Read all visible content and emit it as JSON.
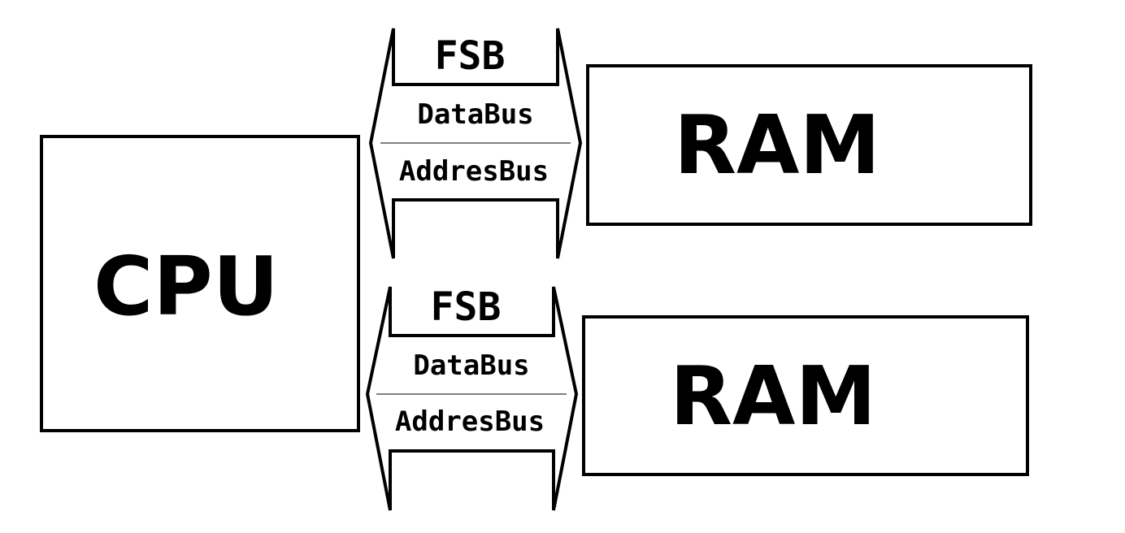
{
  "cpu": {
    "label": "CPU"
  },
  "rams": [
    {
      "label": "RAM"
    },
    {
      "label": "RAM"
    }
  ],
  "buses": [
    {
      "title": "FSB",
      "lines": [
        "DataBus",
        "AddresBus"
      ]
    },
    {
      "title": "FSB",
      "lines": [
        "DataBus",
        "AddresBus"
      ]
    }
  ],
  "colors": {
    "stroke": "#000000",
    "background": "#ffffff"
  }
}
